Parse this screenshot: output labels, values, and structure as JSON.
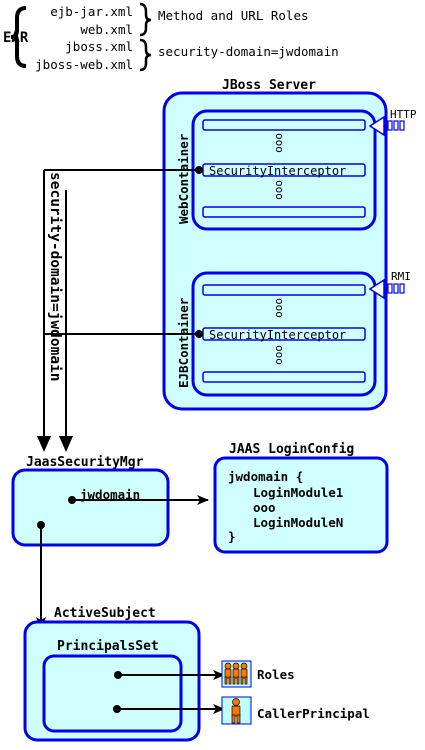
{
  "ear": {
    "label": "EAR",
    "files": [
      "ejb-jar.xml",
      "web.xml",
      "jboss.xml",
      "jboss-web.xml"
    ],
    "notes": [
      "Method and URL Roles",
      "security-domain=jwdomain"
    ]
  },
  "server": {
    "title": "JBoss Server",
    "protocols": [
      "HTTP",
      "RMI"
    ],
    "web_container": {
      "label": "WebContainer",
      "interceptor": "SecurityInterceptor",
      "ellipsis": "ooo"
    },
    "ejb_container": {
      "label": "EJBContainer",
      "interceptor": "SecurityInterceptor",
      "ellipsis": "ooo"
    }
  },
  "vertical_label": "security-domain=jwdomain",
  "security_manager": {
    "title": "JaasSecurityMgr",
    "domain": "jwdomain"
  },
  "login_config": {
    "title": "JAAS LoginConfig",
    "lines": [
      "jwdomain {",
      "LoginModule1",
      "ooo",
      "LoginModuleN",
      "}"
    ]
  },
  "active_subject": {
    "title": "ActiveSubject",
    "principals_set": "PrincipalsSet",
    "roles": "Roles",
    "caller_principal": "CallerPrincipal"
  },
  "colors": {
    "box_fill": "#cfffff",
    "box_border": "#0000ee",
    "ear_label": "#000000"
  },
  "icons": [
    "roles-group-icon",
    "caller-person-icon",
    "http-arrow-icon",
    "rmi-arrow-icon"
  ]
}
